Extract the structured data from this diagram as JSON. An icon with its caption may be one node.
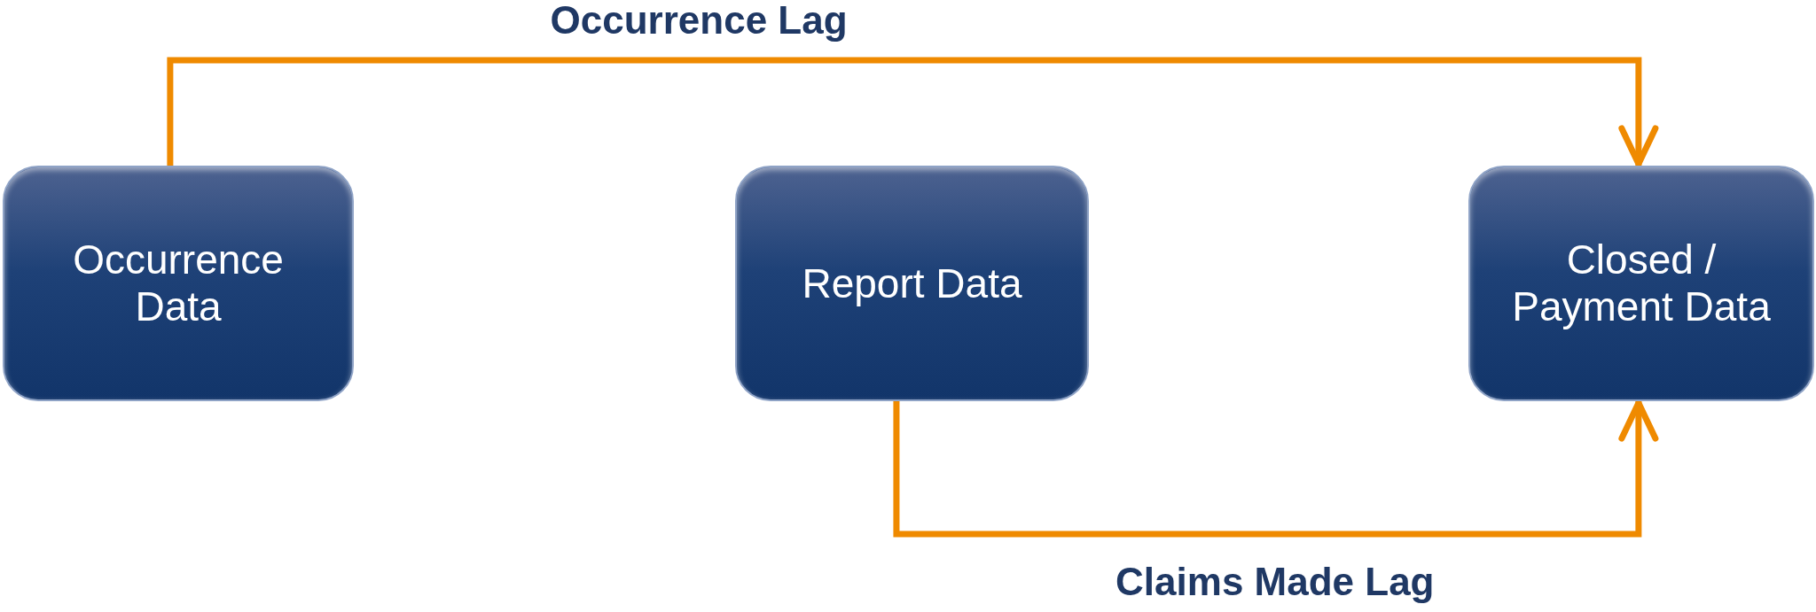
{
  "diagram": {
    "nodes": [
      {
        "text": [
          "Occurrence Data"
        ]
      },
      {
        "text": [
          "Report Data"
        ]
      },
      {
        "text": [
          "Closed / Payment Data"
        ]
      }
    ],
    "edges": [
      {
        "from": 0,
        "to": 2,
        "arrow": "to",
        "label": "Occurrence Lag"
      },
      {
        "from": 1,
        "to": 2,
        "arrow": "to",
        "label": "Claims Made Lag"
      }
    ]
  }
}
